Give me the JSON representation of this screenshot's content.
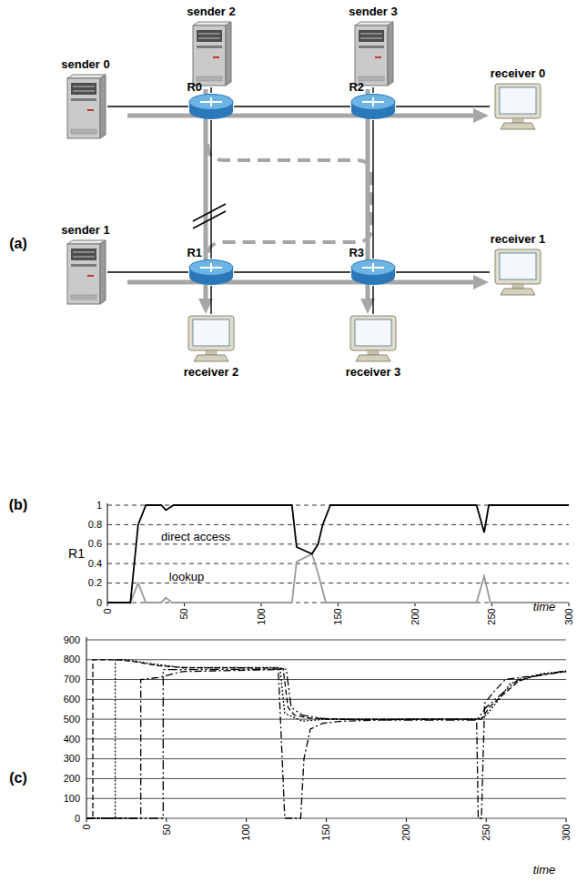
{
  "diagram": {
    "nodes": [
      {
        "text": [
          "sender 2"
        ]
      },
      {
        "text": [
          "sender 3"
        ]
      },
      {
        "text": [
          "sender 0"
        ]
      },
      {
        "text": [
          "R0"
        ]
      },
      {
        "text": [
          "R2"
        ]
      },
      {
        "text": [
          "receiver 0"
        ]
      },
      {
        "text": [
          "sender 1"
        ]
      },
      {
        "text": [
          "R1"
        ]
      },
      {
        "text": [
          "R3"
        ]
      },
      {
        "text": [
          "receiver 1"
        ]
      },
      {
        "text": [
          "receiver 2"
        ]
      },
      {
        "text": [
          "receiver 3"
        ]
      }
    ],
    "edges": [
      {
        "from": 2,
        "to": 3,
        "arrow": "none"
      },
      {
        "from": 3,
        "to": 4,
        "arrow": "none"
      },
      {
        "from": 4,
        "to": 5,
        "arrow": "none"
      },
      {
        "from": 6,
        "to": 7,
        "arrow": "none"
      },
      {
        "from": 7,
        "to": 8,
        "arrow": "none"
      },
      {
        "from": 8,
        "to": 9,
        "arrow": "none"
      },
      {
        "from": 0,
        "to": 3,
        "arrow": "none"
      },
      {
        "from": 3,
        "to": 7,
        "arrow": "none"
      },
      {
        "from": 7,
        "to": 10,
        "arrow": "none"
      },
      {
        "from": 1,
        "to": 4,
        "arrow": "none"
      },
      {
        "from": 4,
        "to": 8,
        "arrow": "none"
      },
      {
        "from": 8,
        "to": 11,
        "arrow": "none"
      }
    ],
    "labels": [
      "(a)",
      "(b)",
      "R1",
      "1",
      "0.8",
      "0.6",
      "0.4",
      "0.2",
      "0",
      "direct access",
      "lookup",
      "0",
      "50",
      "100",
      "150",
      "200",
      "250",
      "300",
      "time",
      "(c)",
      "900",
      "800",
      "700",
      "600",
      "500",
      "400",
      "300",
      "200",
      "100",
      "0",
      "0",
      "50",
      "100",
      "150",
      "200",
      "250",
      "300",
      "time"
    ]
  }
}
